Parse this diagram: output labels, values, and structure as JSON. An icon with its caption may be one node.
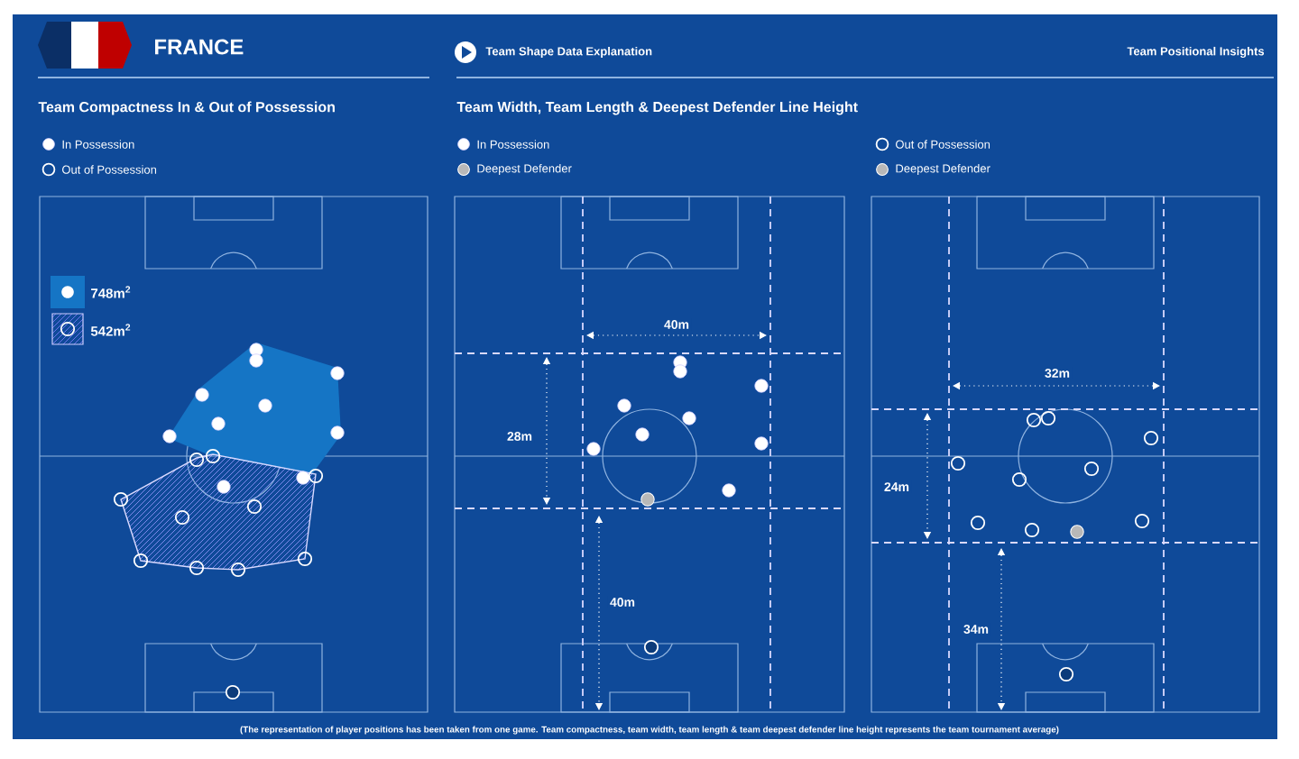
{
  "diagram": {
    "title": "FRANCE",
    "labels": [
      "Team Shape Data Explanation",
      "Team Positional Insights",
      "Team Compactness In & Out of Possession",
      "Team Width, Team Length & Deepest Defender Line Height",
      "748m$^{2}$",
      "542m$^{2}$",
      "40m",
      "28m",
      "40m",
      "32m",
      "24m",
      "34m"
    ],
    "legend": [
      {
        "text": "In Possession"
      },
      {
        "text": "Out of Possession"
      },
      {
        "text": "In Possession"
      },
      {
        "text": "Deepest Defender"
      },
      {
        "text": "Out of Possession"
      },
      {
        "text": "Deepest Defender"
      }
    ],
    "caption": "(The representation of player positions has been taken from one game. Team compactness, team width, team length & team deepest defender line height represents the team tournament average)"
  }
}
